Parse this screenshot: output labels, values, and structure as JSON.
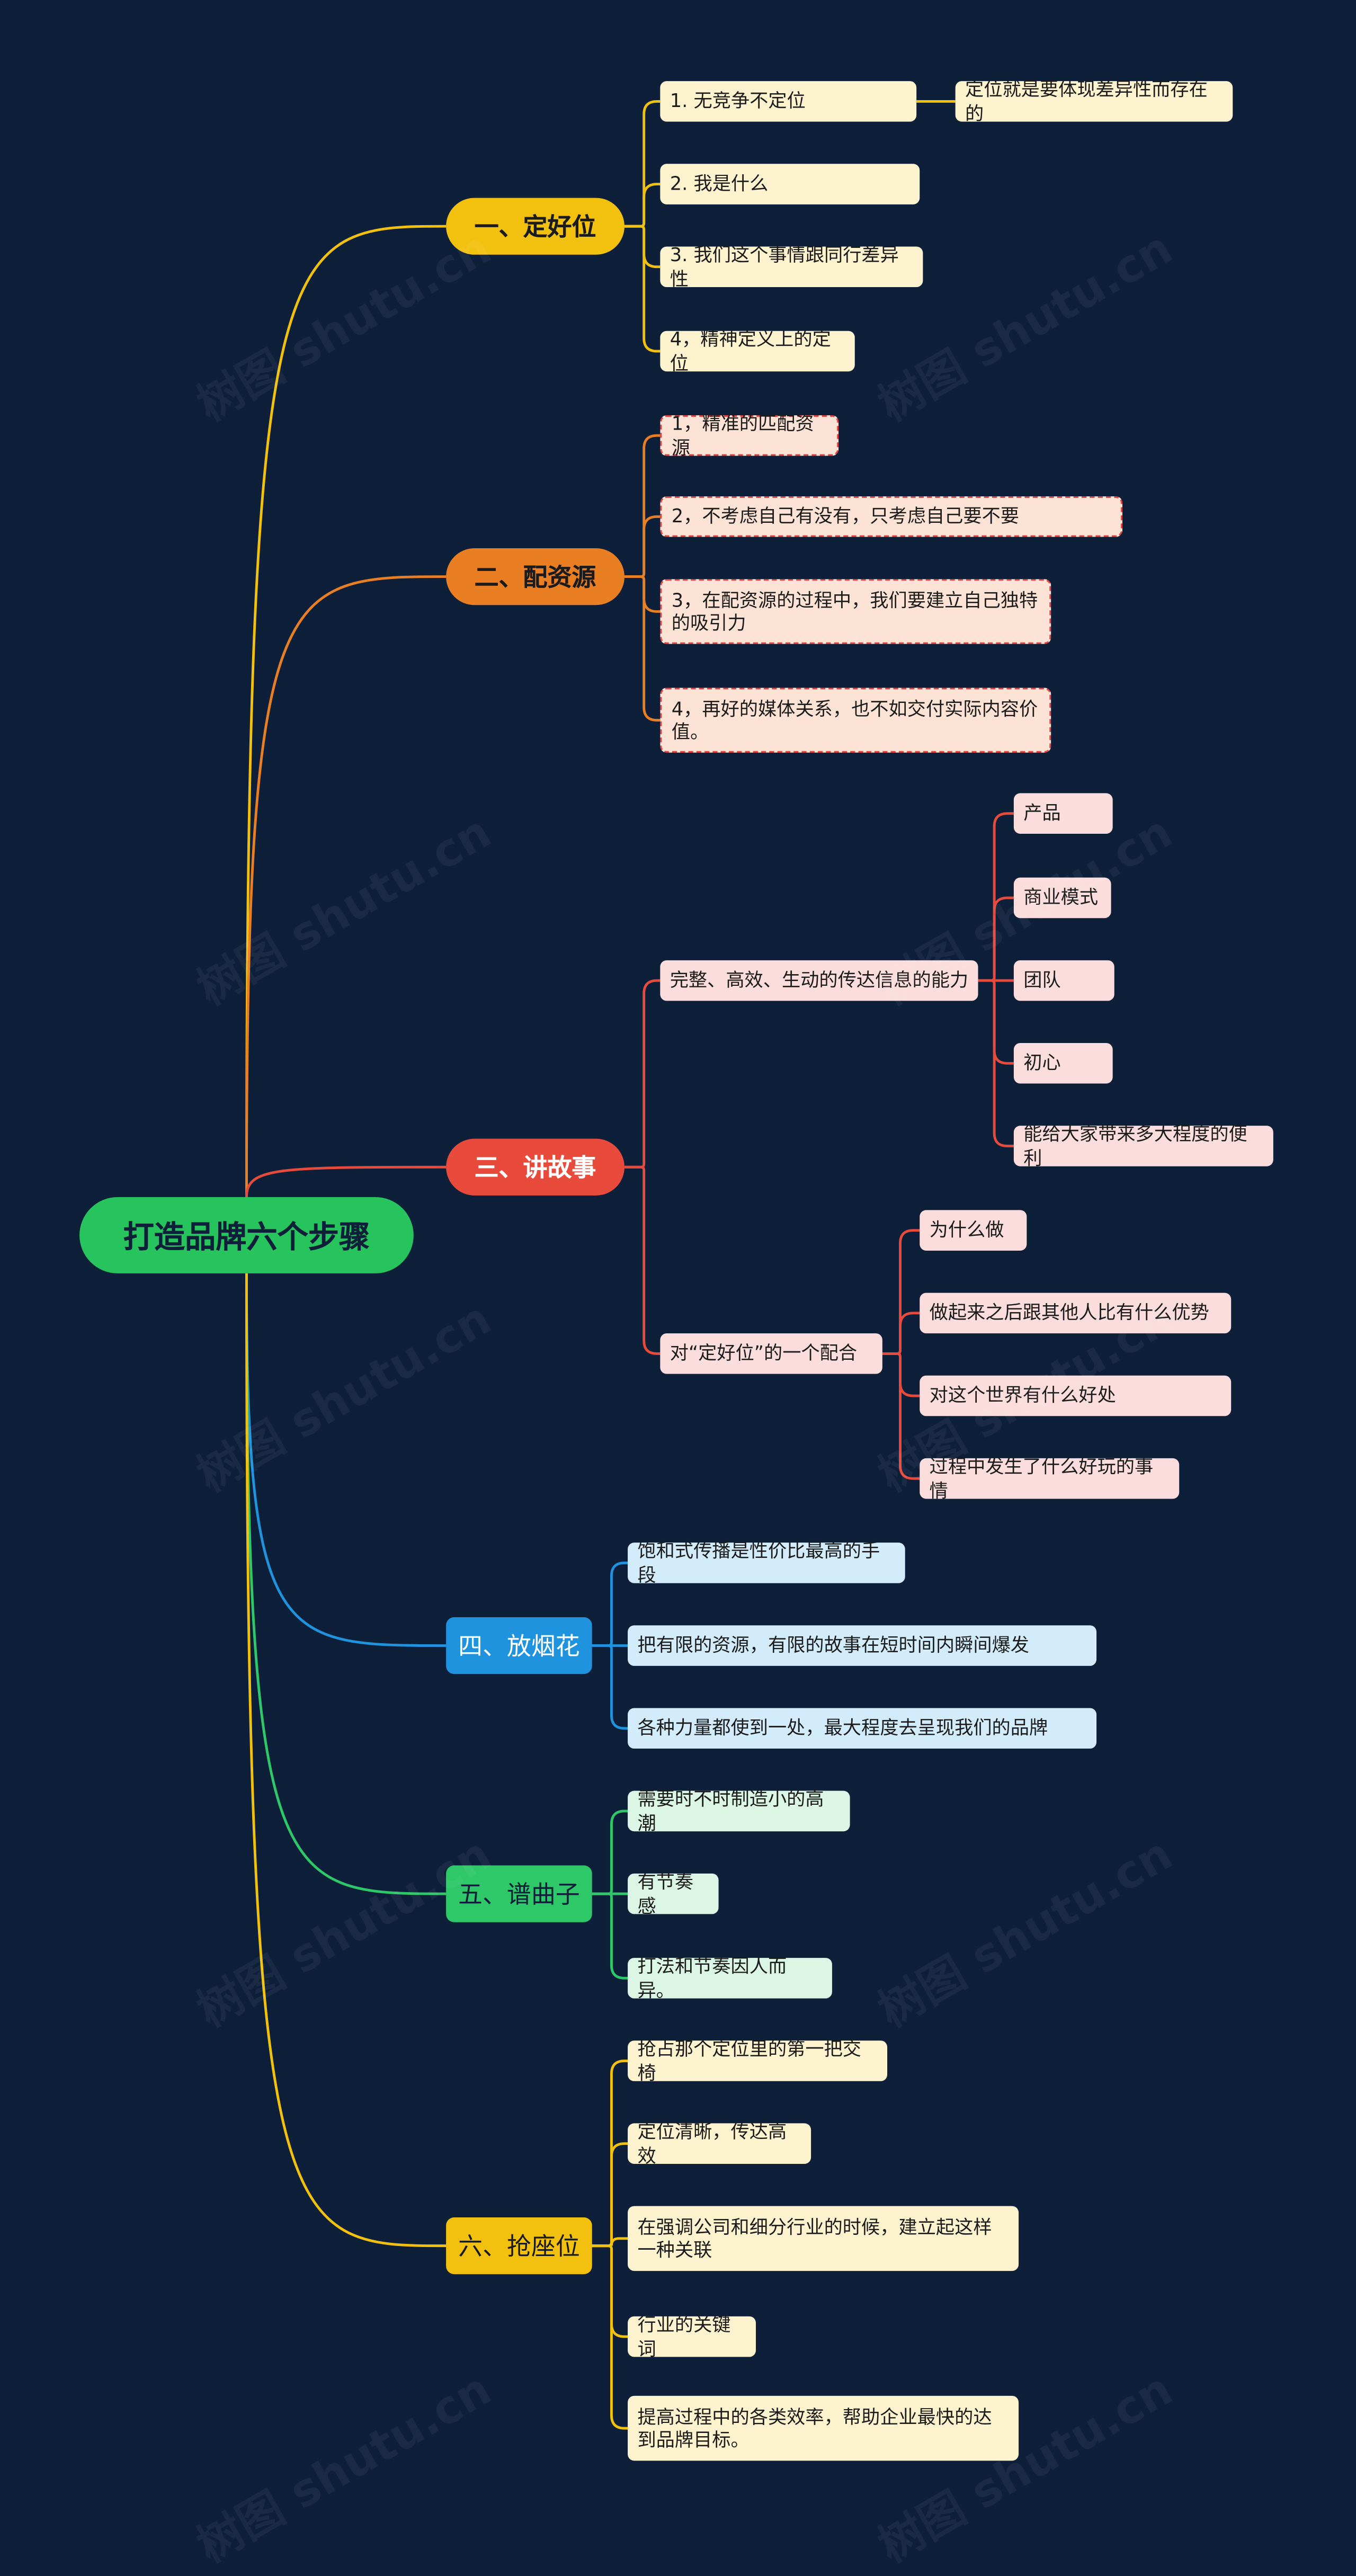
{
  "root": {
    "label": "打造品牌六个步骤"
  },
  "branches": [
    {
      "key": "b1",
      "label": "一、定好位",
      "color": "#f2c110",
      "text_color": "#1b1b1b",
      "leaf_bg": "#fdf3cf",
      "children": [
        {
          "label": "1. 无竞争不定位",
          "children": [
            {
              "label": "定位就是要体现差异性而存在的"
            }
          ]
        },
        {
          "label": "2. 我是什么"
        },
        {
          "label": "3. 我们这个事情跟同行差异性"
        },
        {
          "label": "4，精神定义上的定位"
        }
      ]
    },
    {
      "key": "b2",
      "label": "二、配资源",
      "color": "#e97f22",
      "text_color": "#1b1b1b",
      "leaf_bg": "#fce3d5",
      "children": [
        {
          "label": "1，精准的匹配资源"
        },
        {
          "label": "2，不考虑自己有没有，只考虑自己要不要"
        },
        {
          "label": "3，在配资源的过程中，我们要建立自己独特的吸引力"
        },
        {
          "label": "4，再好的媒体关系，也不如交付实际内容价值。"
        }
      ]
    },
    {
      "key": "b3",
      "label": "三、讲故事",
      "color": "#e84a3c",
      "text_color": "#ffffff",
      "leaf_bg": "#fbdddd",
      "children": [
        {
          "label": "完整、高效、生动的传达信息的能力",
          "children": [
            {
              "label": "产品"
            },
            {
              "label": "商业模式"
            },
            {
              "label": "团队"
            },
            {
              "label": "初心"
            },
            {
              "label": "能给大家带来多大程度的便利"
            }
          ]
        },
        {
          "label": "对“定好位”的一个配合",
          "children": [
            {
              "label": "为什么做"
            },
            {
              "label": "做起来之后跟其他人比有什么优势"
            },
            {
              "label": "对这个世界有什么好处"
            },
            {
              "label": "过程中发生了什么好玩的事情"
            }
          ]
        }
      ]
    },
    {
      "key": "b4",
      "label": "四、放烟花",
      "color": "#1f93de",
      "text_color": "#ffffff",
      "leaf_bg": "#d3ecfb",
      "children": [
        {
          "label": "饱和式传播是性价比最高的手段"
        },
        {
          "label": "把有限的资源，有限的故事在短时间内瞬间爆发"
        },
        {
          "label": "各种力量都使到一处，最大程度去呈现我们的品牌"
        }
      ]
    },
    {
      "key": "b5",
      "label": "五、谱曲子",
      "color": "#2ec868",
      "text_color": "#0e1f3a",
      "leaf_bg": "#dcf6e6",
      "children": [
        {
          "label": "需要时不时制造小的高潮"
        },
        {
          "label": "有节奏感"
        },
        {
          "label": "打法和节奏因人而异。"
        }
      ]
    },
    {
      "key": "b6",
      "label": "六、抢座位",
      "color": "#f2c110",
      "text_color": "#1b1b1b",
      "leaf_bg": "#fdf3cf",
      "children": [
        {
          "label": "抢占那个定位里的第一把交椅"
        },
        {
          "label": "定位清晰，传达高效"
        },
        {
          "label": "在强调公司和细分行业的时候，建立起这样一种关联"
        },
        {
          "label": "行业的关键词"
        },
        {
          "label": "提高过程中的各类效率，帮助企业最快的达到品牌目标。"
        }
      ]
    }
  ],
  "watermark": {
    "text": "树图 shutu.cn"
  }
}
